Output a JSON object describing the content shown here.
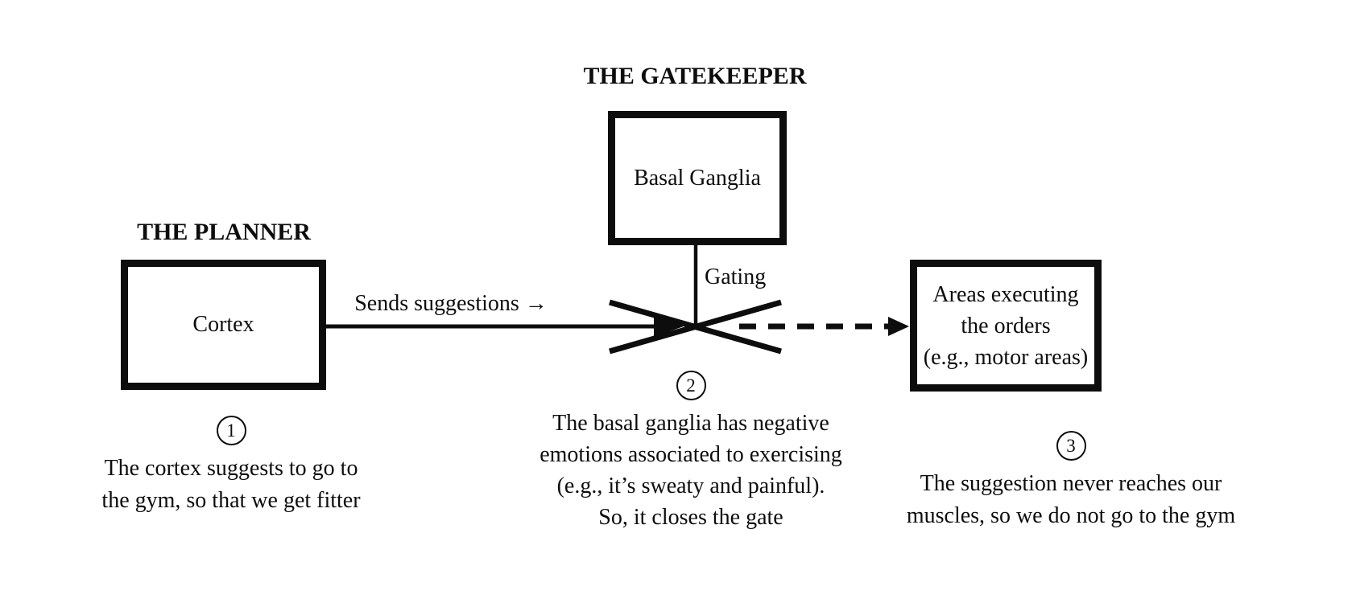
{
  "colors": {
    "ink": "#0d0d0d",
    "background": "#ffffff"
  },
  "planner": {
    "heading": "THE PLANNER",
    "box_label": "Cortex"
  },
  "gatekeeper": {
    "heading": "THE GATEKEEPER",
    "box_label": "Basal Ganglia",
    "gating_label": "Gating"
  },
  "executor": {
    "box_lines": [
      "Areas executing",
      "the orders",
      "(e.g., motor areas)"
    ]
  },
  "connections": {
    "suggestion_arrow_label": "Sends suggestions →"
  },
  "captions": [
    {
      "number": "1",
      "lines": [
        "The cortex suggests to go to",
        "the gym, so that we get fitter"
      ]
    },
    {
      "number": "2",
      "lines": [
        "The basal ganglia has negative",
        "emotions associated to exercising",
        "(e.g., it’s sweaty and painful).",
        "So, it closes the gate"
      ]
    },
    {
      "number": "3",
      "lines": [
        "The suggestion never reaches our",
        "muscles, so we do not go to the gym"
      ]
    }
  ]
}
